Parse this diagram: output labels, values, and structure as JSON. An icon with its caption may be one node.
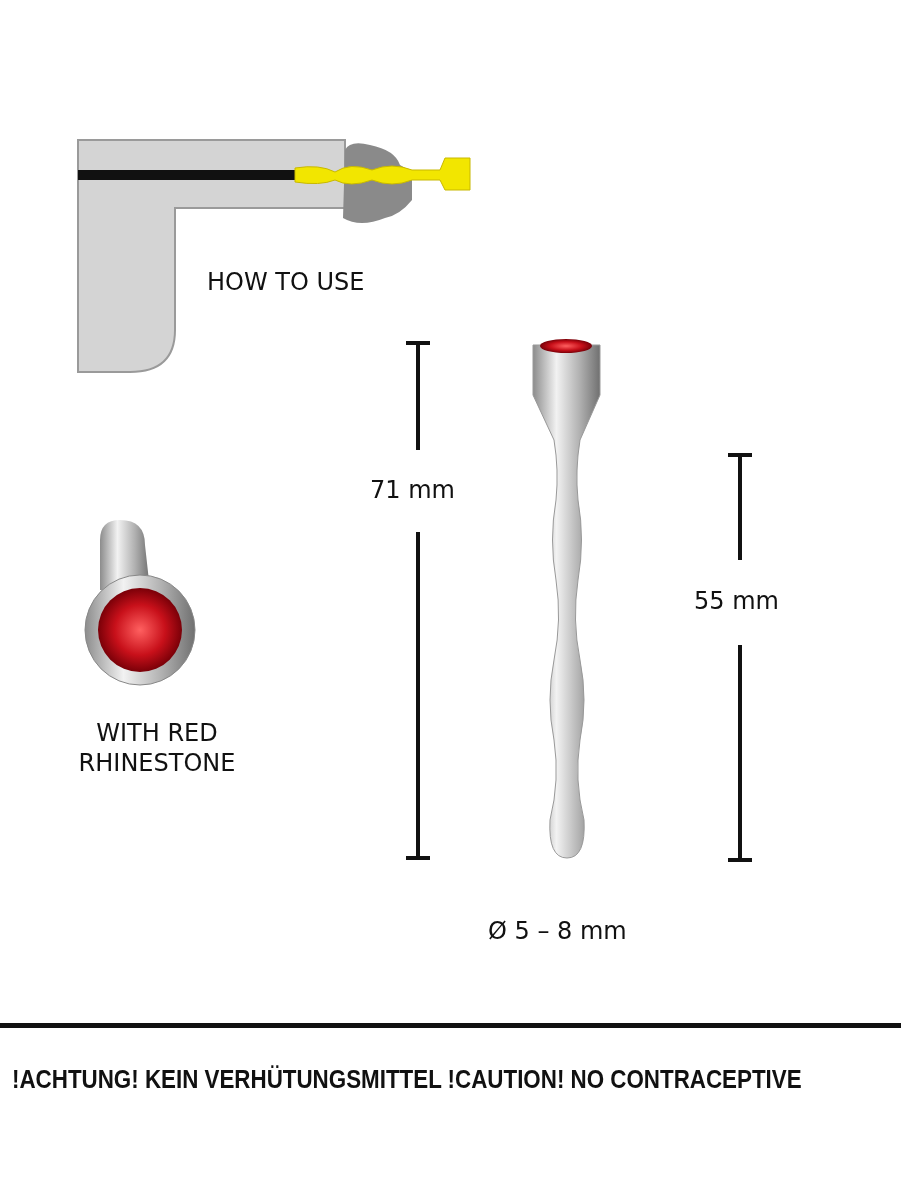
{
  "diagram": {
    "labels": [
      "HOW TO USE",
      "71 mm",
      "WITH RED RHINESTONE",
      "55 mm",
      "Ø 5 – 8 mm",
      "!ACHTUNG! KEIN VERHÜTUNGSMITTEL !CAUTION! NO CONTRACEPTIVE"
    ]
  }
}
